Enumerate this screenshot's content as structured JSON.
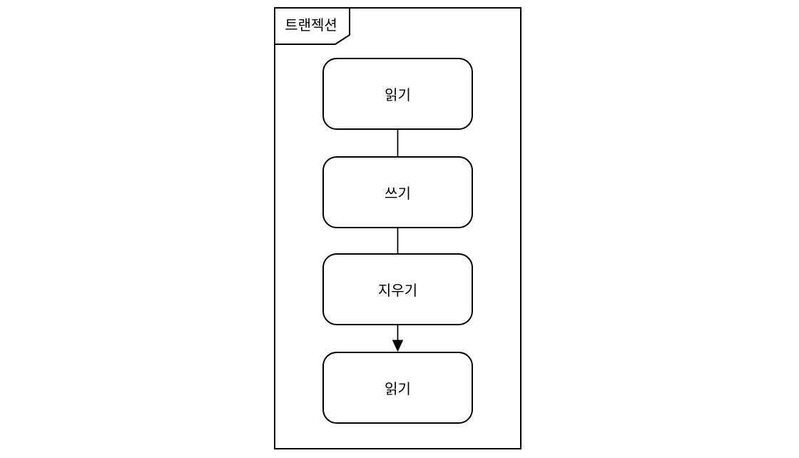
{
  "frame": {
    "label": "트랜젝션"
  },
  "nodes": [
    {
      "id": "n1",
      "label": "읽기"
    },
    {
      "id": "n2",
      "label": "쓰기"
    },
    {
      "id": "n3",
      "label": "지우기"
    },
    {
      "id": "n4",
      "label": "읽기"
    }
  ],
  "edges": [
    {
      "from": "n1",
      "to": "n2",
      "arrow": false
    },
    {
      "from": "n2",
      "to": "n3",
      "arrow": false
    },
    {
      "from": "n3",
      "to": "n4",
      "arrow": true
    }
  ],
  "colors": {
    "stroke": "#000000",
    "node_fill": "#ffffff",
    "background": "#ffffff",
    "text": "#000000"
  }
}
